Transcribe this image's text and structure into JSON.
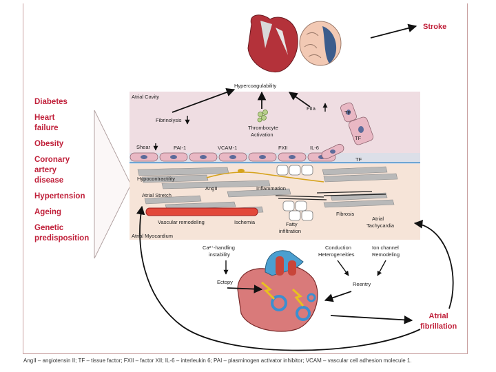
{
  "risk_factors": [
    "Diabetes",
    "Heart\nfailure",
    "Obesity",
    "Coronary\nartery\ndisease",
    "Hypertension",
    "Ageing",
    "Genetic\npredisposition"
  ],
  "outcomes": {
    "stroke": "Stroke",
    "atrial_fibrillation": "Atrial\nfibrillation"
  },
  "top": {
    "hypercoagulability": "Hypercoagulability"
  },
  "cavity": {
    "title": "Atrial Cavity",
    "fibrinolysis": "Fibrinolysis",
    "thrombocyte": "Thrombocyte",
    "activation": "Activation",
    "fiia": "FIIa",
    "tf_cell_1": "TF",
    "tf_cell_2": "TF",
    "tf_right": "TF",
    "shear": "Shear",
    "pai1": "PAI-1",
    "vcam1": "VCAM-1",
    "fxii": "FXII",
    "il6": "IL-6"
  },
  "myocardium": {
    "title": "Atrial Myocardium",
    "hypocontractility": "Hypocontractility",
    "atrial_stretch": "Atrial Stretch",
    "angii": "AngII",
    "inflammation": "Inflammation",
    "vascular_remodeling": "Vascular remodeling",
    "ischemia": "Ischemia",
    "fatty": "Fatty",
    "infiltration": "infiltration",
    "fibrosis": "Fibrosis",
    "atrial": "Atrial",
    "tachycardia": "Tachycardia"
  },
  "mechanisms": {
    "ca_line1": "Ca²⁺-handling",
    "ca_line2": "instability",
    "conduction": "Conduction",
    "heterogeneities": "Heterogeneities",
    "ion_channel": "Ion channel",
    "remodeling": "Remodeling",
    "ectopy": "Ectopy",
    "reentry": "Reentry"
  },
  "footer": "AngII – angiotensin II; TF – tissue factor; FXII – factor XII; IL-6 – interleukin 6; PAI – plasminogen activator inhibitor; VCAM – vascular cell adhesion molecule 1.",
  "colors": {
    "accent_red": "#c0203a",
    "cavity_bg": "#efdde2",
    "myocardium_bg": "#f6e4d8",
    "endothelial": "#e9b8c4",
    "vessel_red": "#e2483a"
  }
}
